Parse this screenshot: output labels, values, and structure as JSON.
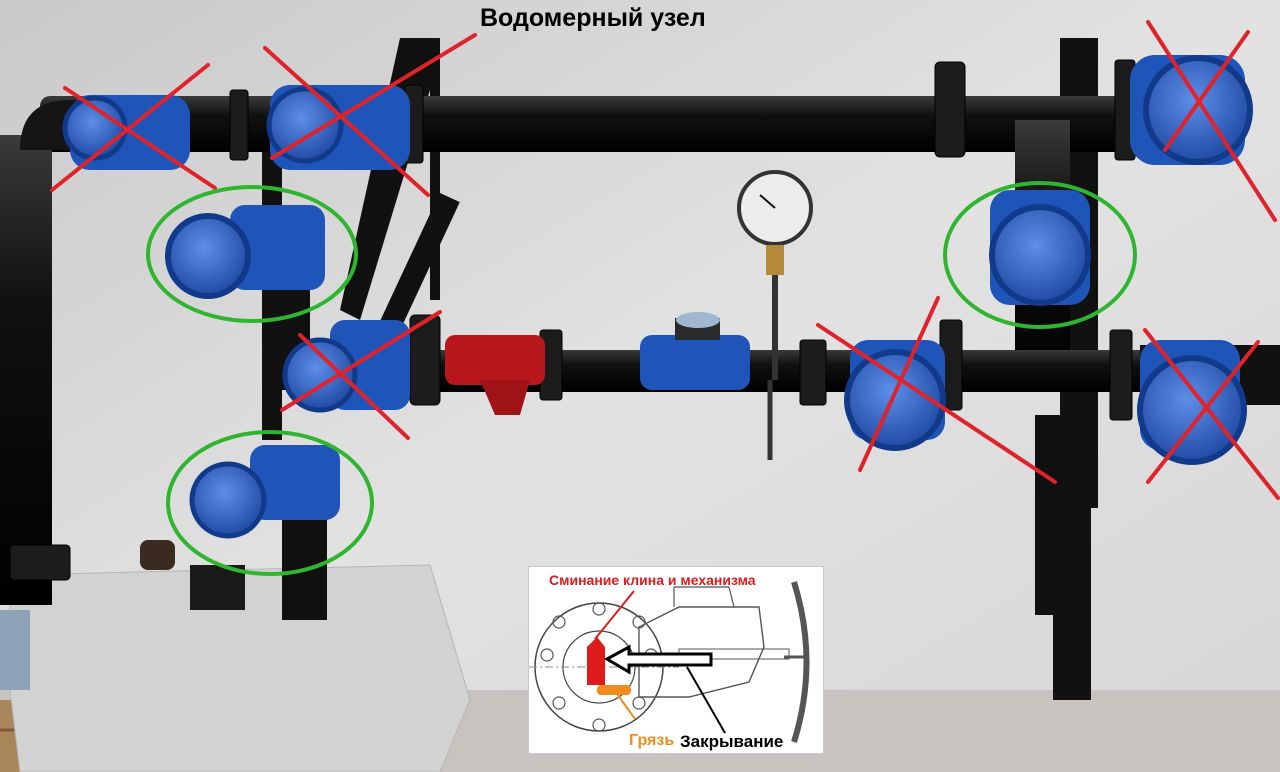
{
  "title": "Водомерный узел",
  "inset": {
    "label_crushing": "Сминание клина и механизма",
    "label_dirt": "Грязь",
    "label_closing": "Закрывание"
  },
  "colors": {
    "wall": "#dcdcdc",
    "pipe": "#0d0d0d",
    "valve_blue": "#1f54b8",
    "strainer_red": "#b8181c",
    "cross_red": "#e0232a",
    "circle_green": "#2fb52f",
    "concrete": "#cfcfcf",
    "floor_wood": "#b08c5e"
  },
  "marks": {
    "crossed_valves": 6,
    "circled_valves": 3
  }
}
